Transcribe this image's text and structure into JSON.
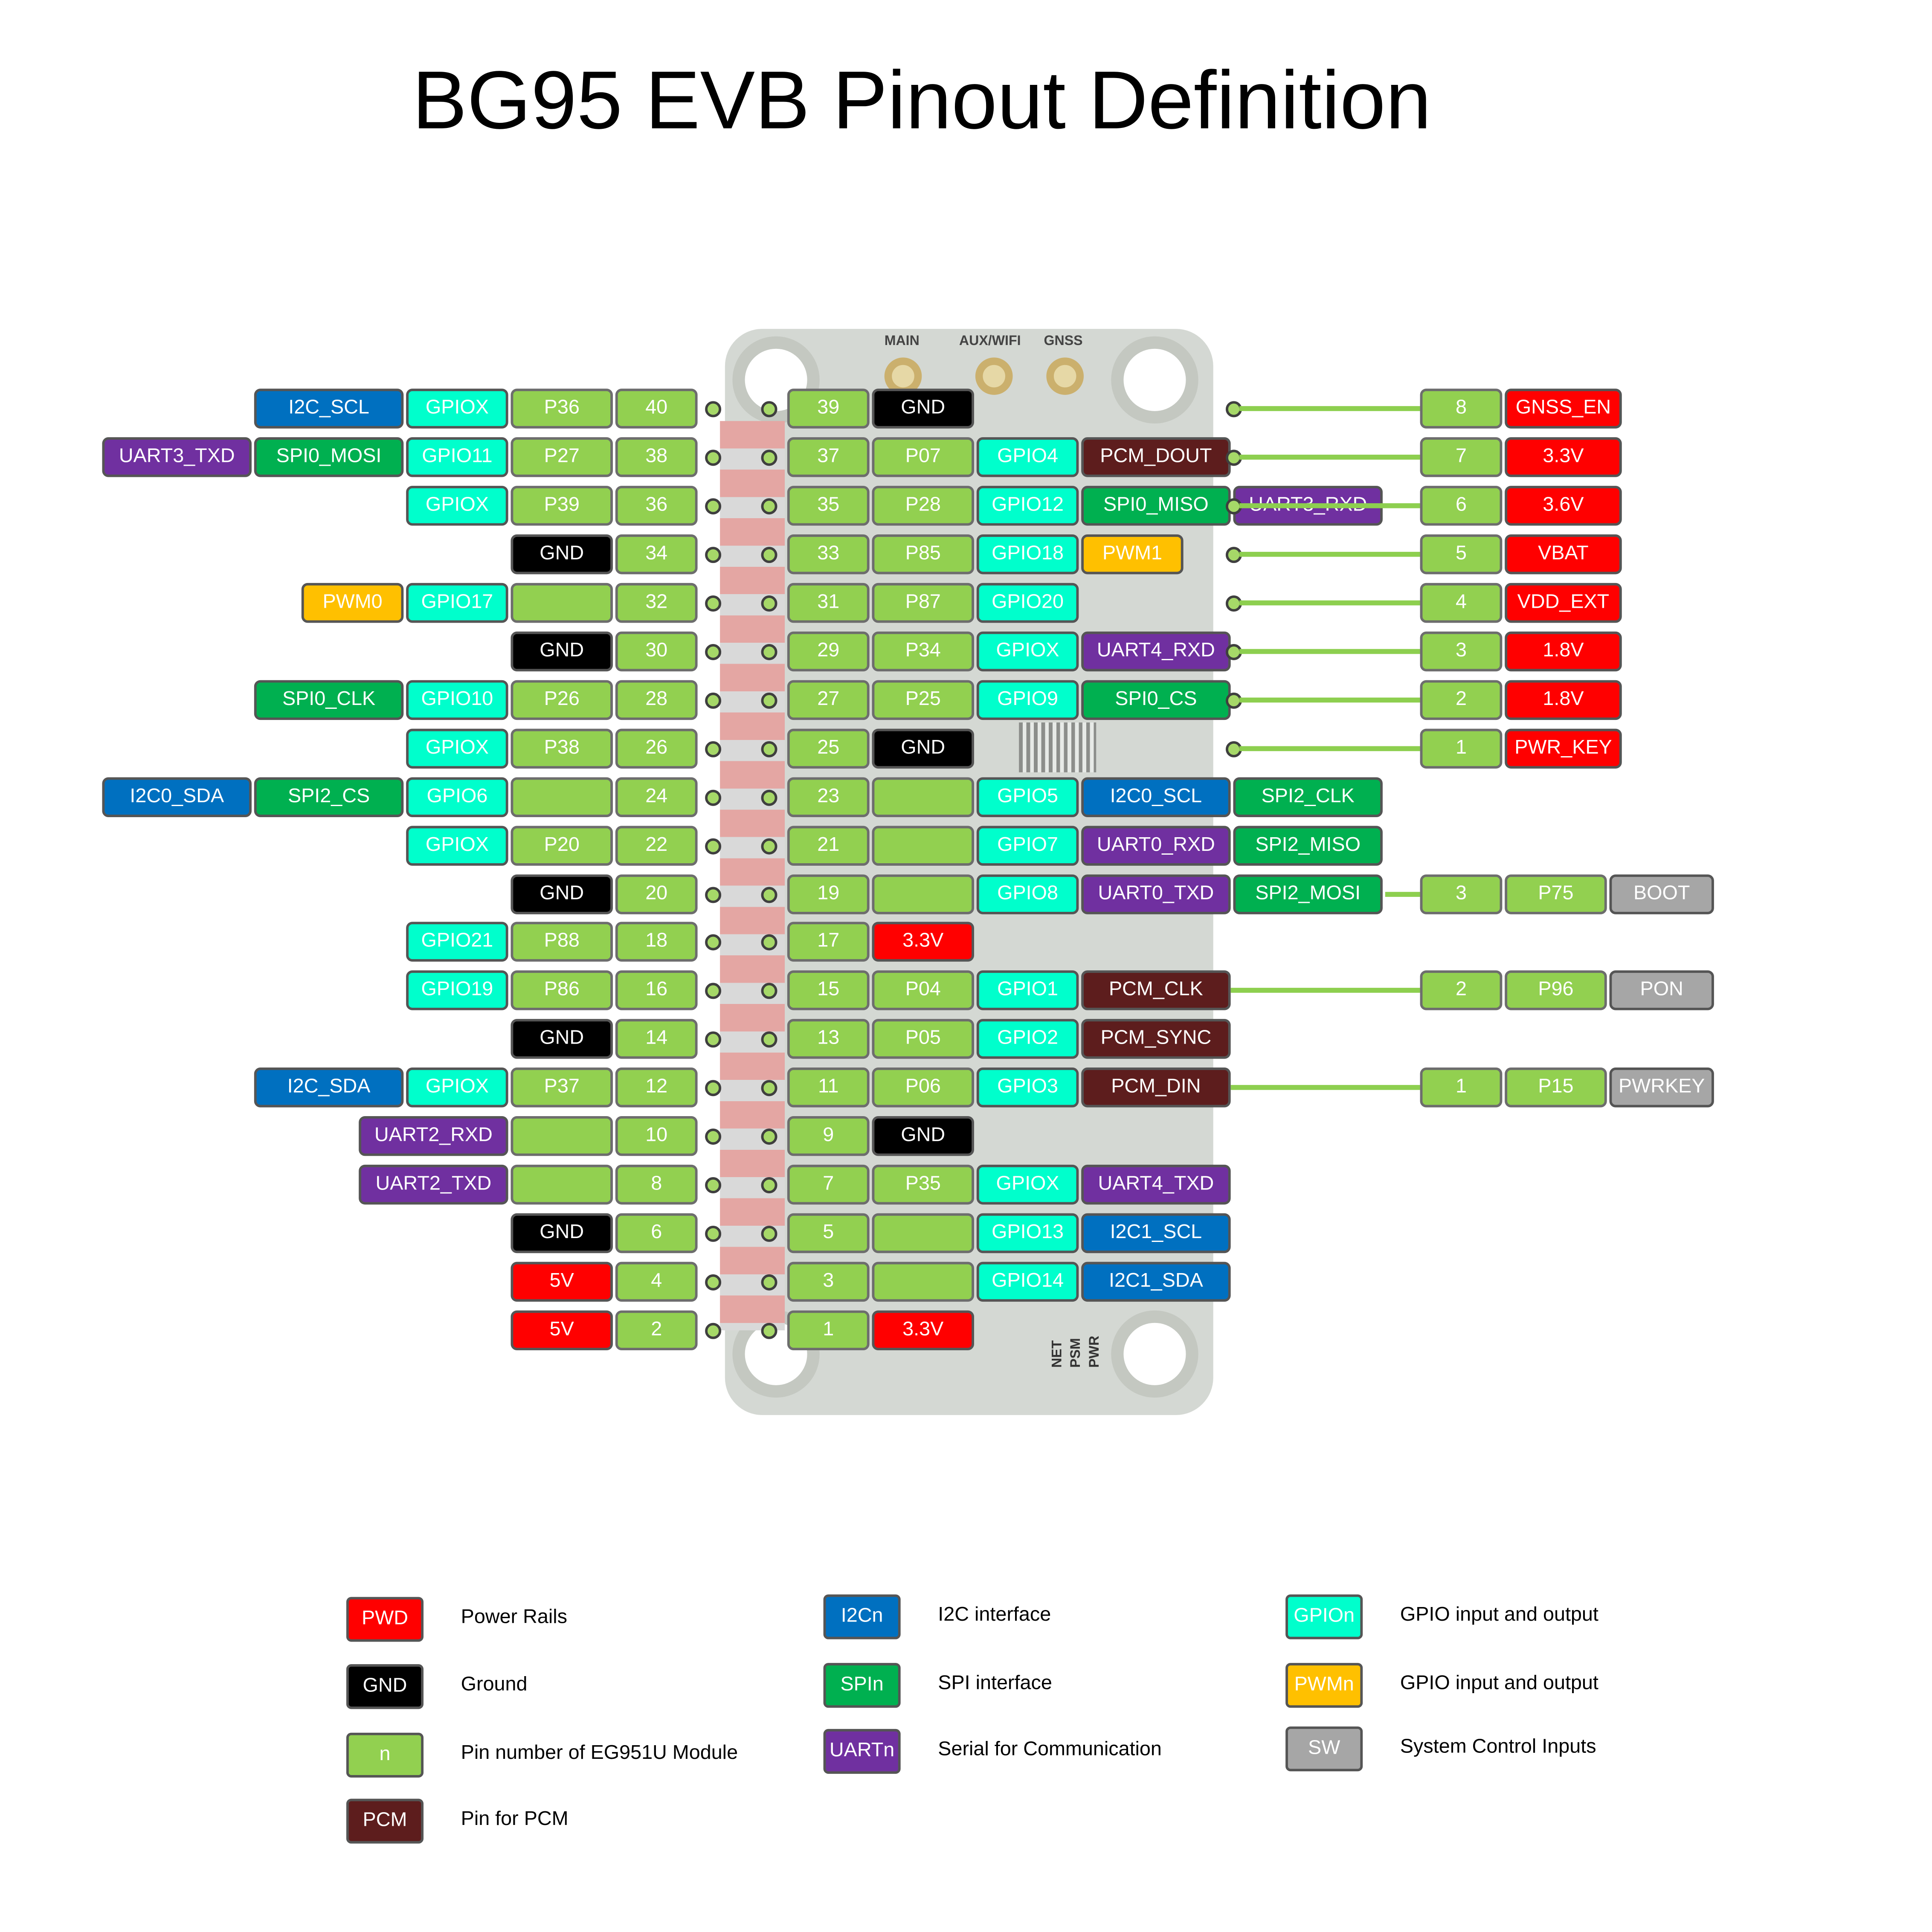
{
  "title": "BG95 EVB Pinout Definition",
  "antennas": [
    "MAIN",
    "AUX/WIFI",
    "GNSS"
  ],
  "board_labels": [
    "NET",
    "PSM",
    "PWR"
  ],
  "left_header": [
    {
      "pin": "40",
      "tags": [
        {
          "t": "pin",
          "v": "P36"
        },
        {
          "t": "gpio",
          "v": "GPIOX"
        },
        {
          "t": "i2c",
          "v": "I2C_SCL"
        }
      ]
    },
    {
      "pin": "38",
      "tags": [
        {
          "t": "pin",
          "v": "P27"
        },
        {
          "t": "gpio",
          "v": "GPIO11"
        },
        {
          "t": "spi",
          "v": "SPI0_MOSI"
        },
        {
          "t": "uart",
          "v": "UART3_TXD"
        }
      ]
    },
    {
      "pin": "36",
      "tags": [
        {
          "t": "pin",
          "v": "P39"
        },
        {
          "t": "gpio",
          "v": "GPIOX"
        }
      ]
    },
    {
      "pin": "34",
      "tags": [
        {
          "t": "gnd",
          "v": "GND"
        }
      ]
    },
    {
      "pin": "32",
      "tags": [
        {
          "t": "pin",
          "v": ""
        },
        {
          "t": "gpio",
          "v": "GPIO17"
        },
        {
          "t": "pwm",
          "v": "PWM0"
        }
      ]
    },
    {
      "pin": "30",
      "tags": [
        {
          "t": "gnd",
          "v": "GND"
        }
      ]
    },
    {
      "pin": "28",
      "tags": [
        {
          "t": "pin",
          "v": "P26"
        },
        {
          "t": "gpio",
          "v": "GPIO10"
        },
        {
          "t": "spi",
          "v": "SPI0_CLK"
        }
      ]
    },
    {
      "pin": "26",
      "tags": [
        {
          "t": "pin",
          "v": "P38"
        },
        {
          "t": "gpio",
          "v": "GPIOX"
        }
      ]
    },
    {
      "pin": "24",
      "tags": [
        {
          "t": "pin",
          "v": ""
        },
        {
          "t": "gpio",
          "v": "GPIO6"
        },
        {
          "t": "spi",
          "v": "SPI2_CS"
        },
        {
          "t": "i2c",
          "v": "I2C0_SDA"
        }
      ]
    },
    {
      "pin": "22",
      "tags": [
        {
          "t": "pin",
          "v": "P20"
        },
        {
          "t": "gpio",
          "v": "GPIOX"
        }
      ]
    },
    {
      "pin": "20",
      "tags": [
        {
          "t": "gnd",
          "v": "GND"
        }
      ]
    },
    {
      "pin": "18",
      "tags": [
        {
          "t": "pin",
          "v": "P88"
        },
        {
          "t": "gpio",
          "v": "GPIO21"
        }
      ]
    },
    {
      "pin": "16",
      "tags": [
        {
          "t": "pin",
          "v": "P86"
        },
        {
          "t": "gpio",
          "v": "GPIO19"
        }
      ]
    },
    {
      "pin": "14",
      "tags": [
        {
          "t": "gnd",
          "v": "GND"
        }
      ]
    },
    {
      "pin": "12",
      "tags": [
        {
          "t": "pin",
          "v": "P37"
        },
        {
          "t": "gpio",
          "v": "GPIOX"
        },
        {
          "t": "i2c",
          "v": "I2C_SDA"
        }
      ]
    },
    {
      "pin": "10",
      "tags": [
        {
          "t": "pin",
          "v": ""
        },
        {
          "t": "uart",
          "v": "UART2_RXD"
        }
      ]
    },
    {
      "pin": "8",
      "tags": [
        {
          "t": "pin",
          "v": ""
        },
        {
          "t": "uart",
          "v": "UART2_TXD"
        }
      ]
    },
    {
      "pin": "6",
      "tags": [
        {
          "t": "gnd",
          "v": "GND"
        }
      ]
    },
    {
      "pin": "4",
      "tags": [
        {
          "t": "pwr",
          "v": "5V"
        }
      ]
    },
    {
      "pin": "2",
      "tags": [
        {
          "t": "pwr",
          "v": "5V"
        }
      ]
    }
  ],
  "right_header": [
    {
      "pin": "39",
      "tags": [
        {
          "t": "gnd",
          "v": "GND"
        }
      ]
    },
    {
      "pin": "37",
      "tags": [
        {
          "t": "pin",
          "v": "P07"
        },
        {
          "t": "gpio",
          "v": "GPIO4"
        },
        {
          "t": "pcm",
          "v": "PCM_DOUT"
        }
      ]
    },
    {
      "pin": "35",
      "tags": [
        {
          "t": "pin",
          "v": "P28"
        },
        {
          "t": "gpio",
          "v": "GPIO12"
        },
        {
          "t": "spi",
          "v": "SPI0_MISO"
        },
        {
          "t": "uart",
          "v": "UART3_RXD"
        }
      ]
    },
    {
      "pin": "33",
      "tags": [
        {
          "t": "pin",
          "v": "P85"
        },
        {
          "t": "gpio",
          "v": "GPIO18"
        },
        {
          "t": "pwm",
          "v": "PWM1"
        }
      ]
    },
    {
      "pin": "31",
      "tags": [
        {
          "t": "pin",
          "v": "P87"
        },
        {
          "t": "gpio",
          "v": "GPIO20"
        }
      ]
    },
    {
      "pin": "29",
      "tags": [
        {
          "t": "pin",
          "v": "P34"
        },
        {
          "t": "gpio",
          "v": "GPIOX"
        },
        {
          "t": "uart",
          "v": "UART4_RXD"
        }
      ]
    },
    {
      "pin": "27",
      "tags": [
        {
          "t": "pin",
          "v": "P25"
        },
        {
          "t": "gpio",
          "v": "GPIO9"
        },
        {
          "t": "spi",
          "v": "SPI0_CS"
        }
      ]
    },
    {
      "pin": "25",
      "tags": [
        {
          "t": "gnd",
          "v": "GND"
        }
      ]
    },
    {
      "pin": "23",
      "tags": [
        {
          "t": "pin",
          "v": ""
        },
        {
          "t": "gpio",
          "v": "GPIO5"
        },
        {
          "t": "i2c",
          "v": "I2C0_SCL"
        },
        {
          "t": "spi",
          "v": "SPI2_CLK"
        }
      ]
    },
    {
      "pin": "21",
      "tags": [
        {
          "t": "pin",
          "v": ""
        },
        {
          "t": "gpio",
          "v": "GPIO7"
        },
        {
          "t": "uart",
          "v": "UART0_RXD"
        },
        {
          "t": "spi",
          "v": "SPI2_MISO"
        }
      ]
    },
    {
      "pin": "19",
      "tags": [
        {
          "t": "pin",
          "v": ""
        },
        {
          "t": "gpio",
          "v": "GPIO8"
        },
        {
          "t": "uart",
          "v": "UART0_TXD"
        },
        {
          "t": "spi",
          "v": "SPI2_MOSI"
        }
      ]
    },
    {
      "pin": "17",
      "tags": [
        {
          "t": "pwr",
          "v": "3.3V"
        }
      ]
    },
    {
      "pin": "15",
      "tags": [
        {
          "t": "pin",
          "v": "P04"
        },
        {
          "t": "gpio",
          "v": "GPIO1"
        },
        {
          "t": "pcm",
          "v": "PCM_CLK"
        }
      ]
    },
    {
      "pin": "13",
      "tags": [
        {
          "t": "pin",
          "v": "P05"
        },
        {
          "t": "gpio",
          "v": "GPIO2"
        },
        {
          "t": "pcm",
          "v": "PCM_SYNC"
        }
      ]
    },
    {
      "pin": "11",
      "tags": [
        {
          "t": "pin",
          "v": "P06"
        },
        {
          "t": "gpio",
          "v": "GPIO3"
        },
        {
          "t": "pcm",
          "v": "PCM_DIN"
        }
      ]
    },
    {
      "pin": "9",
      "tags": [
        {
          "t": "gnd",
          "v": "GND"
        }
      ]
    },
    {
      "pin": "7",
      "tags": [
        {
          "t": "pin",
          "v": "P35"
        },
        {
          "t": "gpio",
          "v": "GPIOX"
        },
        {
          "t": "uart",
          "v": "UART4_TXD"
        }
      ]
    },
    {
      "pin": "5",
      "tags": [
        {
          "t": "pin",
          "v": ""
        },
        {
          "t": "gpio",
          "v": "GPIO13"
        },
        {
          "t": "i2c",
          "v": "I2C1_SCL"
        }
      ]
    },
    {
      "pin": "3",
      "tags": [
        {
          "t": "pin",
          "v": ""
        },
        {
          "t": "gpio",
          "v": "GPIO14"
        },
        {
          "t": "i2c",
          "v": "I2C1_SDA"
        }
      ]
    },
    {
      "pin": "1",
      "tags": [
        {
          "t": "pwr",
          "v": "3.3V"
        }
      ]
    }
  ],
  "power_header": [
    {
      "pin": "8",
      "label": "GNSS_EN"
    },
    {
      "pin": "7",
      "label": "3.3V"
    },
    {
      "pin": "6",
      "label": "3.6V"
    },
    {
      "pin": "5",
      "label": "VBAT"
    },
    {
      "pin": "4",
      "label": "VDD_EXT"
    },
    {
      "pin": "3",
      "label": "1.8V"
    },
    {
      "pin": "2",
      "label": "1.8V"
    },
    {
      "pin": "1",
      "label": "PWR_KEY"
    }
  ],
  "control_header": [
    {
      "pin": "3",
      "port": "P75",
      "label": "BOOT"
    },
    {
      "pin": "2",
      "port": "P96",
      "label": "PON"
    },
    {
      "pin": "1",
      "port": "P15",
      "label": "PWRKEY"
    }
  ],
  "legend": [
    {
      "swatch": "PWD",
      "type": "pwr",
      "text": "Power Rails"
    },
    {
      "swatch": "GND",
      "type": "gnd",
      "text": "Ground"
    },
    {
      "swatch": "n",
      "type": "pin",
      "text": "Pin number of EG951U Module"
    },
    {
      "swatch": "PCM",
      "type": "pcm",
      "text": "Pin for PCM"
    },
    {
      "swatch": "I2Cn",
      "type": "i2c",
      "text": "I2C interface"
    },
    {
      "swatch": "SPIn",
      "type": "spi",
      "text": "SPI interface"
    },
    {
      "swatch": "UARTn",
      "type": "uart",
      "text": "Serial for Communication"
    },
    {
      "swatch": "GPIOn",
      "type": "gpio",
      "text": "GPIO input and output"
    },
    {
      "swatch": "PWMn",
      "type": "pwm",
      "text": "GPIO input and output"
    },
    {
      "swatch": "SW",
      "type": "sw",
      "text": "System Control Inputs"
    }
  ],
  "colors": {
    "power": "#ff0000",
    "ground": "#000000",
    "pin": "#92d050",
    "pcm": "#5d1d1d",
    "i2c": "#0070c0",
    "spi": "#00b050",
    "uart": "#7030a0",
    "gpio": "#00ffcc",
    "pwm": "#ffc000",
    "sw": "#a6a6a6"
  }
}
